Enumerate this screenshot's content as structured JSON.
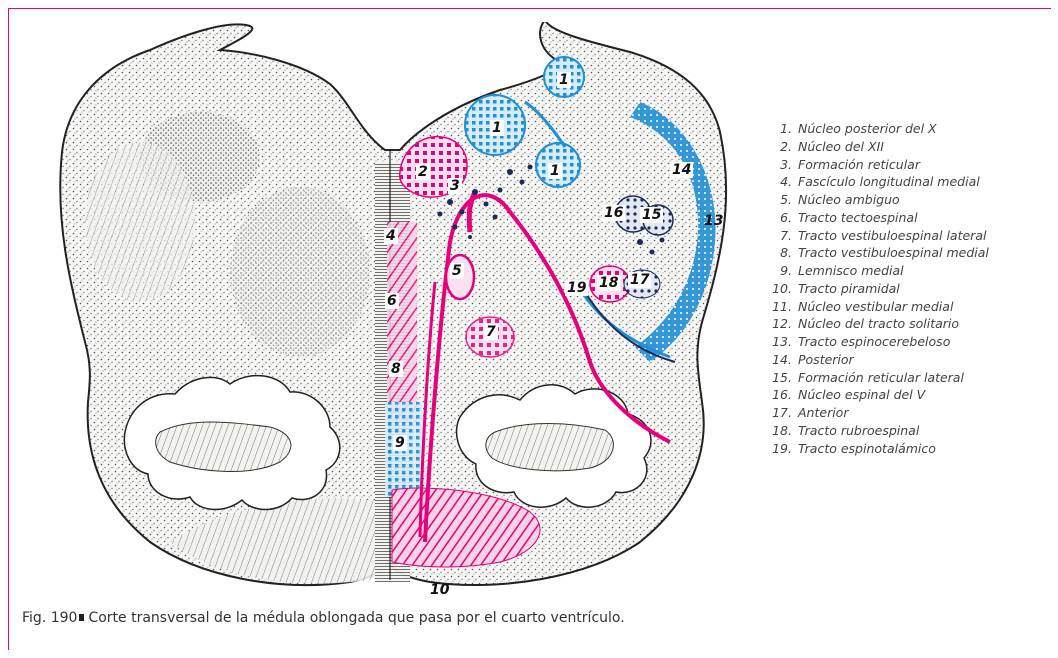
{
  "figure": {
    "labels": {
      "n1a": "1",
      "n1b": "1",
      "n1c": "1",
      "n2": "2",
      "n3": "3",
      "n4": "4",
      "n5": "5",
      "n6": "6",
      "n7": "7",
      "n8": "8",
      "n9": "9",
      "n10": "10",
      "n13": "13",
      "n14": "14",
      "n15": "15",
      "n16": "16",
      "n17": "17",
      "n18": "18",
      "n19": "19"
    },
    "colors": {
      "magenta": "#e4007c",
      "blue": "#1f8fd6",
      "navy": "#1a2b5c",
      "ink": "#222222"
    }
  },
  "legend": [
    {
      "num": "1.",
      "text": "Núcleo posterior del X"
    },
    {
      "num": "2.",
      "text": "Núcleo del XII"
    },
    {
      "num": "3.",
      "text": "Formación reticular"
    },
    {
      "num": "4.",
      "text": "Fascículo longitudinal medial"
    },
    {
      "num": "5.",
      "text": "Núcleo ambiguo"
    },
    {
      "num": "6.",
      "text": "Tracto tectoespinal"
    },
    {
      "num": "7.",
      "text": "Tracto vestibuloespinal lateral"
    },
    {
      "num": "8.",
      "text": "Tracto vestibuloespinal medial"
    },
    {
      "num": "9.",
      "text": "Lemnisco medial"
    },
    {
      "num": "10.",
      "text": "Tracto piramidal"
    },
    {
      "num": "11.",
      "text": "Núcleo vestibular medial"
    },
    {
      "num": "12.",
      "text": "Núcleo del tracto solitario"
    },
    {
      "num": "13.",
      "text": "Tracto espinocerebeloso"
    },
    {
      "num": "14.",
      "text": "Posterior"
    },
    {
      "num": "15.",
      "text": "Formación reticular lateral"
    },
    {
      "num": "16.",
      "text": "Núcleo espinal del V"
    },
    {
      "num": "17.",
      "text": "Anterior"
    },
    {
      "num": "18.",
      "text": "Tracto rubroespinal"
    },
    {
      "num": "19.",
      "text": "Tracto espinotalámico"
    }
  ],
  "caption": {
    "fig": "Fig. 190",
    "text": "Corte transversal de la médula oblongada que pasa por el cuarto ventrículo."
  }
}
